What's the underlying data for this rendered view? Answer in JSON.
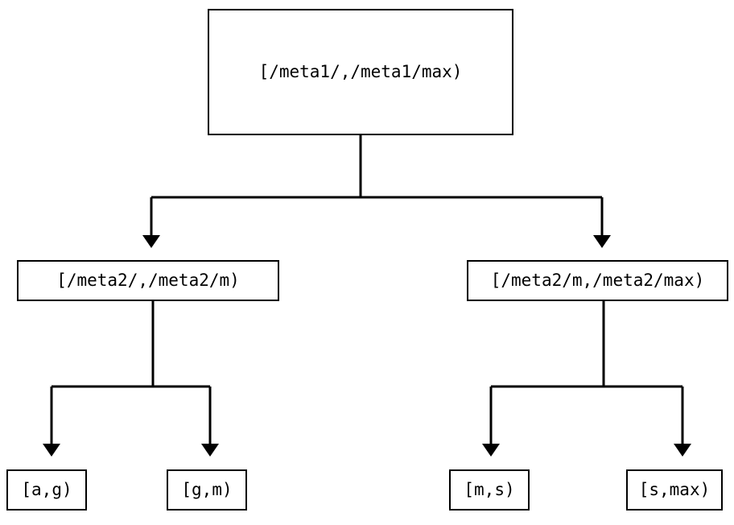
{
  "diagram": {
    "type": "tree",
    "orientation": "top-down",
    "background_color": "#ffffff",
    "line_color": "#000000",
    "box_border_color": "#000000",
    "box_fill_color": "#ffffff",
    "text_color": "#000000",
    "edge_style": "orthogonal-elbow",
    "arrowhead": "solid-triangle-down",
    "nodes": {
      "root": {
        "label": "[/meta1/,/meta1/max)"
      },
      "mid_left": {
        "label": "[/meta2/,/meta2/m)"
      },
      "mid_right": {
        "label": "[/meta2/m,/meta2/max)"
      },
      "leaf_a": {
        "label": "[a,g)"
      },
      "leaf_b": {
        "label": "[g,m)"
      },
      "leaf_c": {
        "label": "[m,s)"
      },
      "leaf_d": {
        "label": "[s,max)"
      }
    },
    "edges": [
      {
        "from": "root",
        "to": "mid_left"
      },
      {
        "from": "root",
        "to": "mid_right"
      },
      {
        "from": "mid_left",
        "to": "leaf_a"
      },
      {
        "from": "mid_left",
        "to": "leaf_b"
      },
      {
        "from": "mid_right",
        "to": "leaf_c"
      },
      {
        "from": "mid_right",
        "to": "leaf_d"
      }
    ]
  }
}
